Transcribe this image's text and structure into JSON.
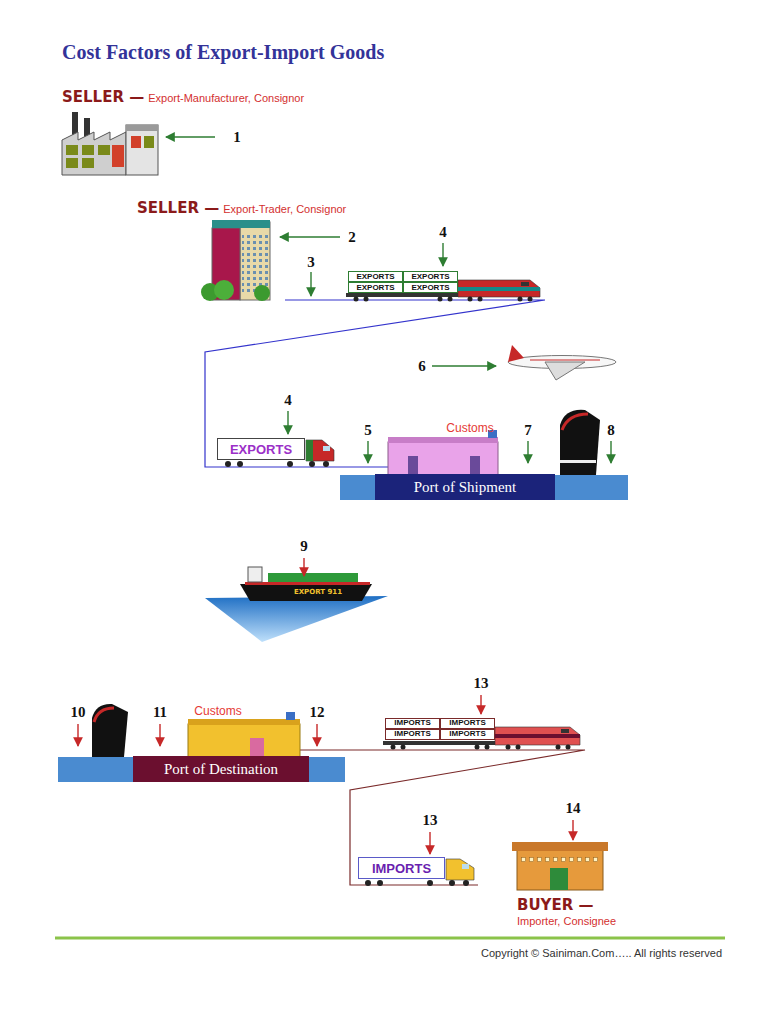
{
  "diagram": {
    "title": "Cost Factors of Export-Import Goods",
    "nodes": [
      {
        "text": [
          "EXPORTS"
        ]
      },
      {
        "text": [
          "EXPORTS"
        ]
      },
      {
        "text": [
          "EXPORTS"
        ]
      },
      {
        "text": [
          "EXPORTS"
        ]
      },
      {
        "text": [
          "EXPORTS"
        ]
      },
      {
        "text": [
          "Port of Shipment"
        ]
      },
      {
        "text": [
          "Port of Destination"
        ]
      },
      {
        "text": [
          "IMPORTS"
        ]
      },
      {
        "text": [
          "IMPORTS"
        ]
      },
      {
        "text": [
          "IMPORTS"
        ]
      },
      {
        "text": [
          "IMPORTS"
        ]
      },
      {
        "text": [
          "IMPORTS"
        ]
      }
    ],
    "labels": [
      "SELLER —",
      "Export-Manufacturer, Consignor",
      "1",
      "SELLER —",
      "Export-Trader, Consignor",
      "2",
      "4",
      "3",
      "6",
      "4",
      "5",
      "Customs",
      "7",
      "8",
      "9",
      "EXPORT 911",
      "10",
      "11",
      "Customs",
      "12",
      "13",
      "13",
      "14",
      "BUYER —",
      "Importer, Consignee",
      "Copyright © Sainiman.Com….. All rights reserved"
    ]
  }
}
